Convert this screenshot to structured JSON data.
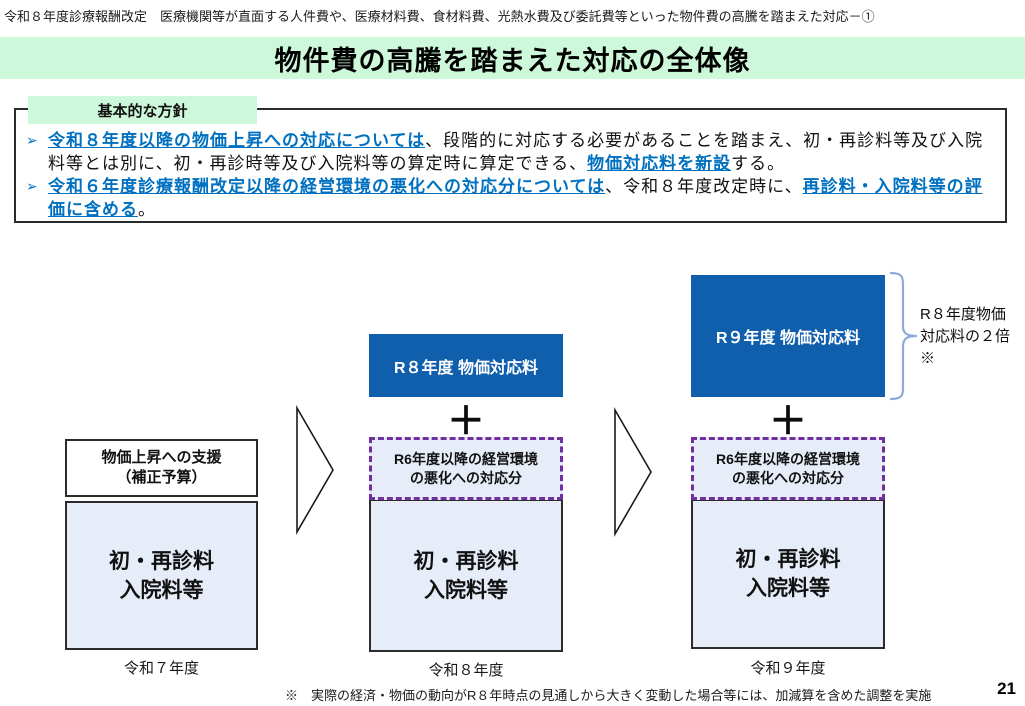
{
  "header": {
    "topline": "令和８年度診療報酬改定　医療機関等が直面する人件費や、医療材料費、食材料費、光熱水費及び委託費等といった物件費の高騰を踏まえた対応－①",
    "title": "物件費の高騰を踏まえた対応の全体像"
  },
  "policy": {
    "label": "基本的な方針",
    "bullet_marker": "➢",
    "bullets": [
      {
        "segments": [
          {
            "text": "令和８年度以降の物価上昇への対応については",
            "emphasis": true
          },
          {
            "text": "、段階的に対応する必要があることを踏まえ、初・再診料等及び入院料等とは別に、初・再診時等及び入院料等の算定時に算定できる、",
            "emphasis": false
          },
          {
            "text": "物価対応料を新設",
            "emphasis": true
          },
          {
            "text": "する。",
            "emphasis": false
          }
        ]
      },
      {
        "segments": [
          {
            "text": "令和６年度診療報酬改定以降の経営環境の悪化への対応分については",
            "emphasis": true
          },
          {
            "text": "、令和８年度改定時に、",
            "emphasis": false
          },
          {
            "text": "再診料・入院料等の評価に含める",
            "emphasis": true
          },
          {
            "text": "。",
            "emphasis": false
          }
        ]
      }
    ]
  },
  "diagram": {
    "plus_label": "＋",
    "columns": [
      {
        "year_label": "令和７年度",
        "support_box": "物価上昇への支援\n（補正予算）",
        "base_box": "初・再診料\n入院料等"
      },
      {
        "year_label": "令和８年度",
        "blue_box": "R８年度 物価対応料",
        "dashed_box": "R6年度以降の経営環境\nの悪化への対応分",
        "base_box": "初・再診料\n入院料等"
      },
      {
        "year_label": "令和９年度",
        "blue_box": "R９年度 物価対応料",
        "dashed_box": "R6年度以降の経営環境\nの悪化への対応分",
        "base_box": "初・再診料\n入院料等"
      }
    ],
    "bracket_note": "R８年度物価\n対応料の２倍※"
  },
  "footer": {
    "note": "※　実際の経済・物価の動向がR８年時点の見通しから大きく変動した場合等には、加減算を含めた調整を実施",
    "page_number": "21"
  },
  "colors": {
    "banner_green": "#CDF8DA",
    "emphasis_blue": "#0070C0",
    "box_blue": "#0F5FAC",
    "box_light_blue": "#E7EDF8",
    "dashed_purple": "#7030A0",
    "bracket_blue": "#8EA9DB"
  }
}
